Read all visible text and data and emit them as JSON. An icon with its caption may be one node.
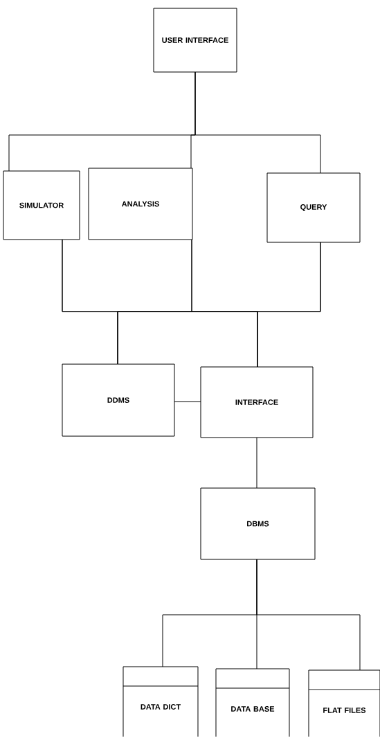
{
  "diagram": {
    "nodes": [
      {
        "text": [
          "USER INTERFACE"
        ]
      },
      {
        "text": [
          "SIMULATOR"
        ]
      },
      {
        "text": [
          "ANALYSIS"
        ]
      },
      {
        "text": [
          "QUERY"
        ]
      },
      {
        "text": [
          "DDMS"
        ]
      },
      {
        "text": [
          "INTERFACE"
        ]
      },
      {
        "text": [
          "DBMS"
        ]
      },
      {
        "text": [
          "DATA DICT"
        ]
      },
      {
        "text": [
          "DATA BASE"
        ]
      },
      {
        "text": [
          "FLAT FILES"
        ]
      }
    ],
    "edges": [
      {
        "from": 0,
        "to": 1,
        "arrow": "none"
      },
      {
        "from": 0,
        "to": 2,
        "arrow": "none"
      },
      {
        "from": 0,
        "to": 3,
        "arrow": "none"
      },
      {
        "from": 1,
        "to": 4,
        "arrow": "none"
      },
      {
        "from": 1,
        "to": 5,
        "arrow": "none"
      },
      {
        "from": 2,
        "to": 4,
        "arrow": "none"
      },
      {
        "from": 2,
        "to": 5,
        "arrow": "none"
      },
      {
        "from": 3,
        "to": 4,
        "arrow": "none"
      },
      {
        "from": 3,
        "to": 5,
        "arrow": "none"
      },
      {
        "from": 4,
        "to": 5,
        "arrow": "none"
      },
      {
        "from": 5,
        "to": 6,
        "arrow": "none"
      },
      {
        "from": 6,
        "to": 7,
        "arrow": "none"
      },
      {
        "from": 6,
        "to": 8,
        "arrow": "none"
      },
      {
        "from": 6,
        "to": 9,
        "arrow": "none"
      }
    ]
  }
}
